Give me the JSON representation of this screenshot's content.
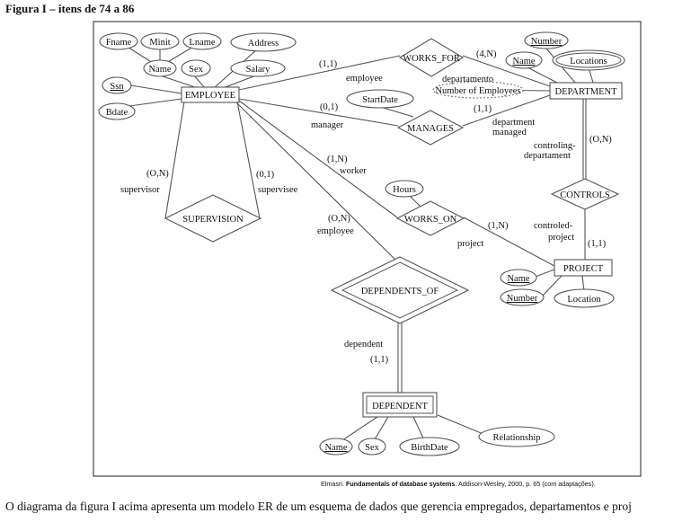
{
  "figure_title": "Figura I – itens de 74 a 86",
  "entities": {
    "employee": "EMPLOYEE",
    "department": "DEPARTMENT",
    "project": "PROJECT",
    "dependent": "DEPENDENT"
  },
  "relationships": {
    "works_for": "WORKS_FOR",
    "manages": "MANAGES",
    "supervision": "SUPERVISION",
    "works_on": "WORKS_ON",
    "controls": "CONTROLS",
    "dependents_of": "DEPENDENTS_OF"
  },
  "attributes": {
    "fname": "Fname",
    "minit": "Minit",
    "lname": "Lname",
    "address": "Address",
    "name": "Name",
    "sex": "Sex",
    "salary": "Salary",
    "ssn": "Ssn",
    "bdate": "Bdate",
    "dept_number": "Number",
    "dept_name": "Name",
    "locations": "Locations",
    "number_of_employees": "Number of Employees",
    "start_date": "StartDate",
    "hours": "Hours",
    "proj_name": "Name",
    "proj_number": "Number",
    "proj_location": "Location",
    "dep_name": "Name",
    "dep_sex": "Sex",
    "birth_date": "BirthDate",
    "relationship": "Relationship"
  },
  "labels": {
    "card_1_1_employee": "(1,1)",
    "employee_role": "employee",
    "card_4_n": "(4,N)",
    "departamento_role": "departamento",
    "card_0_1_manager": "(0,1)",
    "manager_role": "manager",
    "card_1_1_manages": "(1,1)",
    "department_managed_1": "department",
    "department_managed_2": "managed",
    "card_0_n_supervisor": "(O,N)",
    "supervisor_role": "supervisor",
    "card_0_1_supervisee": "(0,1)",
    "supervisee_role": "supervisee",
    "card_1_n_worker": "(1,N)",
    "worker_role": "worker",
    "card_0_n_employee": "(O,N)",
    "employee_role_2": "employee",
    "card_1_n_project": "(1,N)",
    "project_role": "project",
    "card_0_n_controls": "(O,N)",
    "controling_1": "controling-",
    "controling_2": "departament",
    "controled_1": "controled-",
    "controled_2": "project",
    "card_1_1_project": "(1,1)",
    "dependent_role": "dependent",
    "card_1_1_dependent": "(1,1)"
  },
  "source": {
    "author": "Elmasri.",
    "book": "Fundamentals of database systems",
    "rest": ". Addison-Wesley, 2000, p. 65 (com adaptações)."
  },
  "caption_line1": "O diagrama da figura I acima apresenta um modelo ER de um esquema de dados que gerencia empregados, departamentos e proj",
  "caption_line2": ""
}
